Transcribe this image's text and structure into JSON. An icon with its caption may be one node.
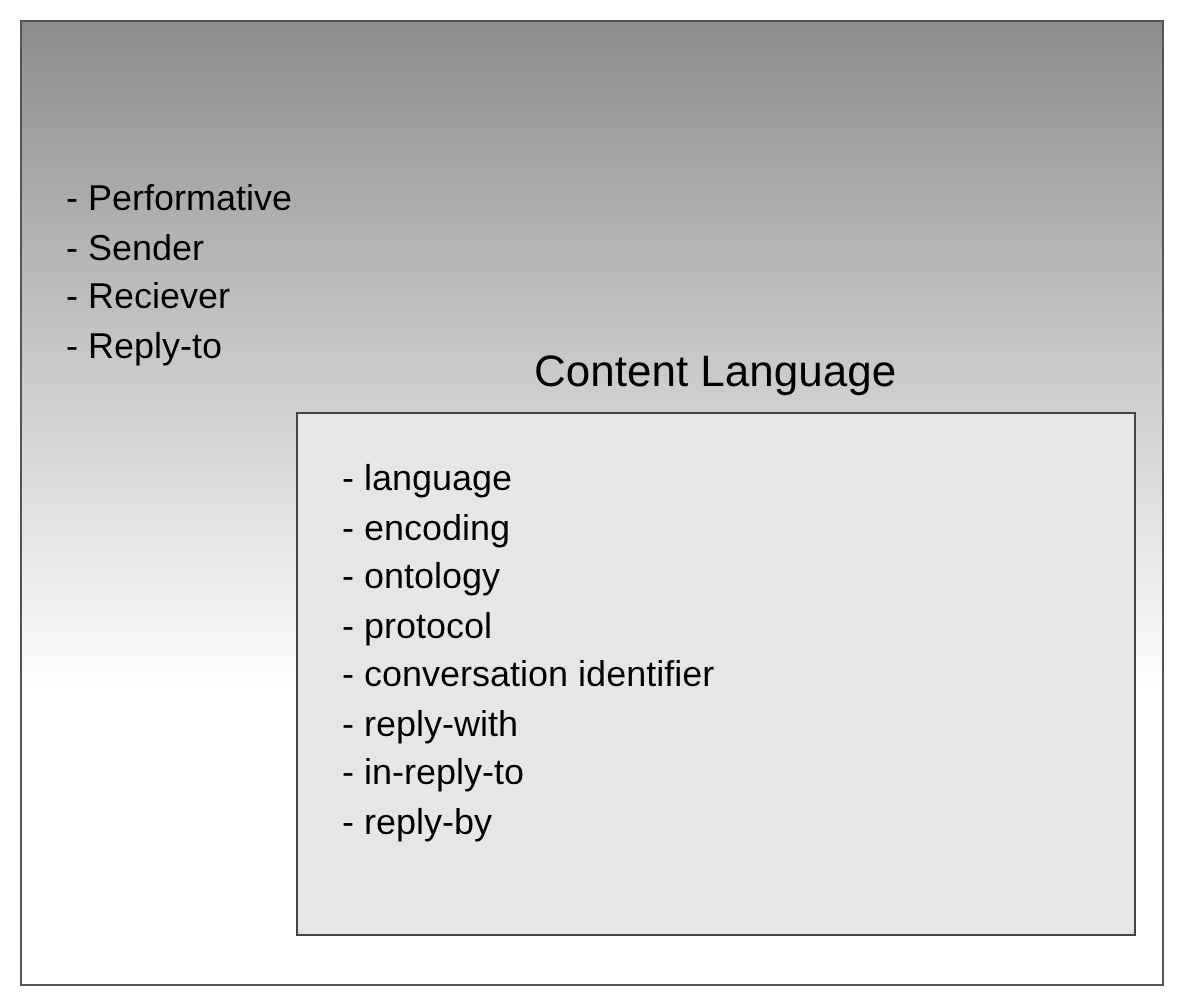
{
  "diagram": {
    "nodes": [
      {
        "text": [
          "- Performative",
          "- Sender",
          "- Reciever",
          "- Reply-to"
        ]
      },
      {
        "text": [
          "Content Language",
          "- language",
          "- encoding",
          "- ontology",
          "- protocol",
          "- conversation identifier",
          "- reply-with",
          "- in-reply-to",
          "- reply-by"
        ],
        "in": 0
      }
    ],
    "edges": []
  }
}
